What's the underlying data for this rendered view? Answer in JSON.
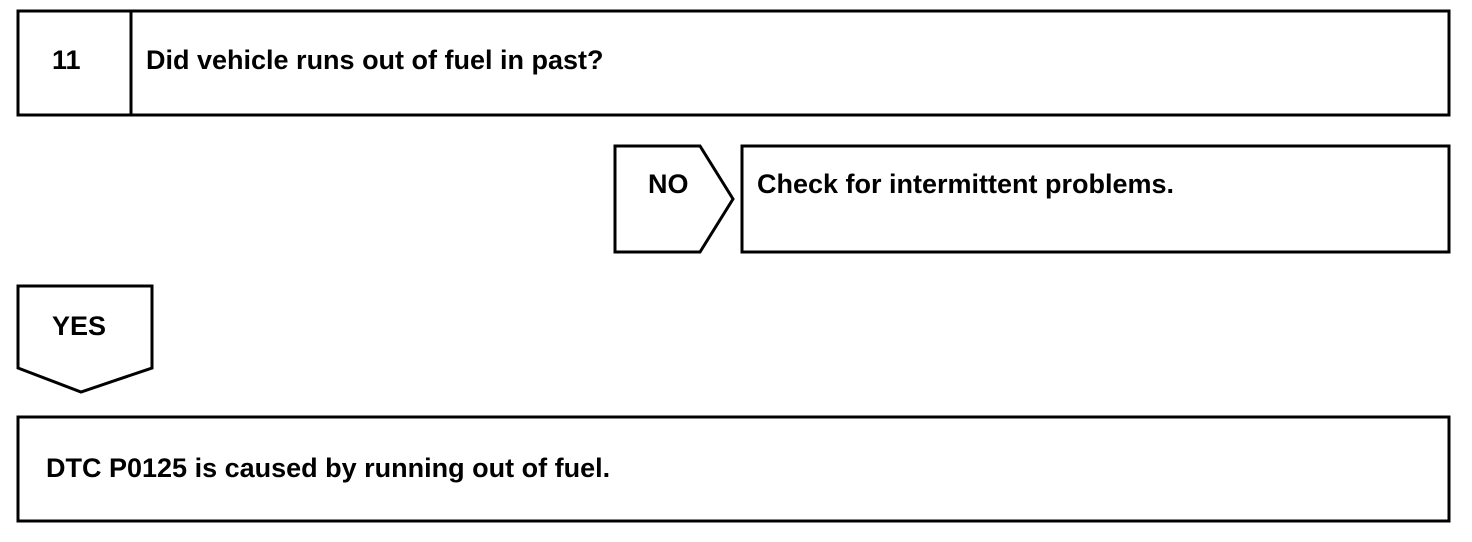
{
  "step": {
    "number": "11",
    "question": "Did vehicle runs out of fuel in past?"
  },
  "no_branch": {
    "label": "NO",
    "result": "Check for intermittent problems."
  },
  "yes_branch": {
    "label": "YES",
    "result": "DTC P0125 is caused by running out of fuel."
  },
  "colors": {
    "line": "#000000",
    "background": "#ffffff"
  }
}
